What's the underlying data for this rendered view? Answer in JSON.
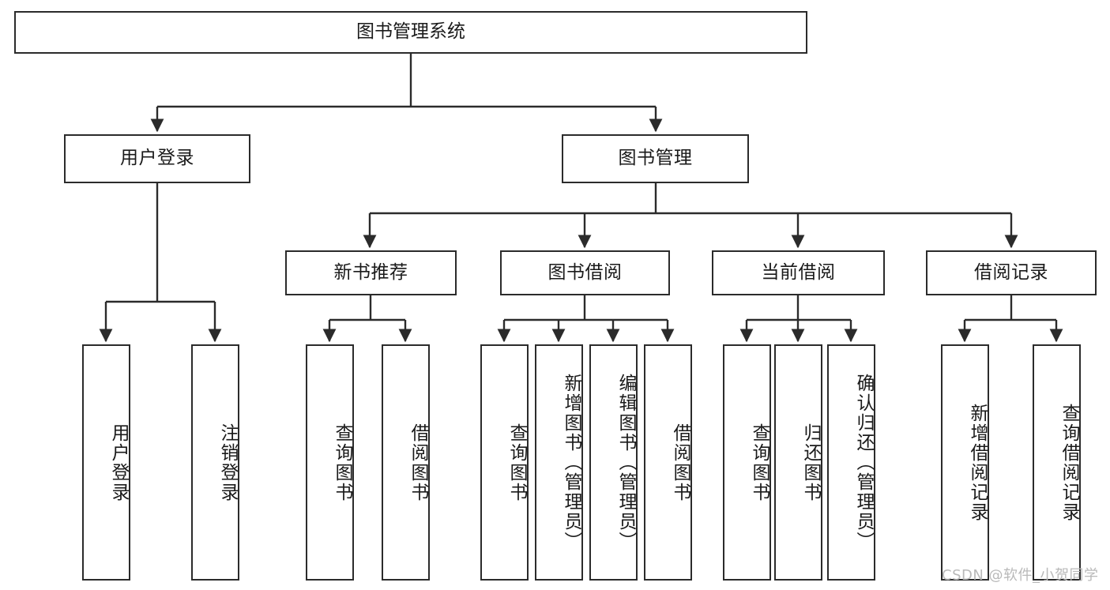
{
  "diagram": {
    "title": "图书管理系统",
    "type": "tree-structure-chart",
    "stroke_color": "#2b2b2b",
    "fill_color": "#ffffff",
    "text_color": "#1a1a1a"
  },
  "root": {
    "label": "图书管理系统"
  },
  "level2": [
    {
      "label": "用户登录"
    },
    {
      "label": "图书管理"
    }
  ],
  "level3": [
    {
      "label": "新书推荐"
    },
    {
      "label": "图书借阅"
    },
    {
      "label": "当前借阅"
    },
    {
      "label": "借阅记录"
    }
  ],
  "leaves": {
    "user_login": [
      {
        "label": "用户登录"
      },
      {
        "label": "注销登录"
      }
    ],
    "new_book_recommend": [
      {
        "label": "查询图书"
      },
      {
        "label": "借阅图书"
      }
    ],
    "book_borrow": [
      {
        "label": "查询图书"
      },
      {
        "label": "新增图书（管理员）"
      },
      {
        "label": "编辑图书（管理员）"
      },
      {
        "label": "借阅图书"
      }
    ],
    "current_borrow": [
      {
        "label": "查询图书"
      },
      {
        "label": "归还图书"
      },
      {
        "label": "确认归还（管理员）"
      }
    ],
    "borrow_record": [
      {
        "label": "新增借阅记录"
      },
      {
        "label": "查询借阅记录"
      }
    ]
  },
  "watermark": {
    "text": "CSDN @软件_小贺同学",
    "color": "#b9b9b9"
  }
}
